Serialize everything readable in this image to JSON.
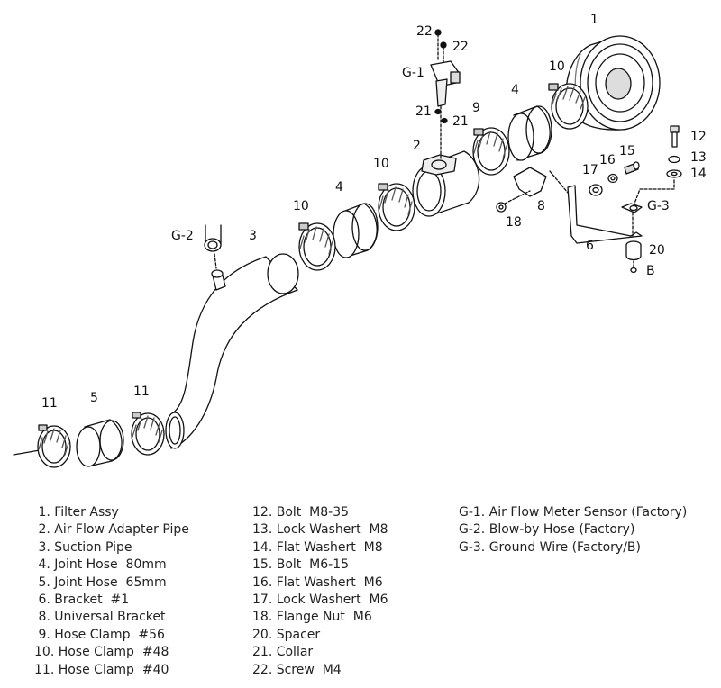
{
  "callouts": {
    "c1": "1",
    "c2": "2",
    "c3": "3",
    "c4a": "4",
    "c4b": "4",
    "c5": "5",
    "c6": "6",
    "c8": "8",
    "c9": "9",
    "c10a": "10",
    "c10b": "10",
    "c10c": "10",
    "c11a": "11",
    "c11b": "11",
    "c12": "12",
    "c13": "13",
    "c14": "14",
    "c15": "15",
    "c16": "16",
    "c17": "17",
    "c18": "18",
    "c20": "20",
    "c21a": "21",
    "c21b": "21",
    "c22a": "22",
    "c22b": "22",
    "g1": "G-1",
    "g2": "G-2",
    "g3": "G-3",
    "b": "B"
  },
  "legend": {
    "col1": [
      " 1. Filter Assy",
      " 2. Air Flow Adapter Pipe",
      " 3. Suction Pipe",
      " 4. Joint Hose  80mm",
      " 5. Joint Hose  65mm",
      " 6. Bracket  #1",
      " 8. Universal Bracket",
      " 9. Hose Clamp  #56",
      "10. Hose Clamp  #48",
      "11. Hose Clamp  #40"
    ],
    "col2": [
      "12. Bolt  M8-35",
      "13. Lock Washert  M8",
      "14. Flat Washert  M8",
      "15. Bolt  M6-15",
      "16. Flat Washert  M6",
      "17. Lock Washert  M6",
      "18. Flange Nut  M6",
      "20. Spacer",
      "21. Collar",
      "22. Screw  M4"
    ],
    "col3": [
      "G-1. Air Flow Meter Sensor (Factory)",
      "G-2. Blow-by Hose (Factory)",
      "G-3. Ground Wire (Factory/B)"
    ]
  }
}
